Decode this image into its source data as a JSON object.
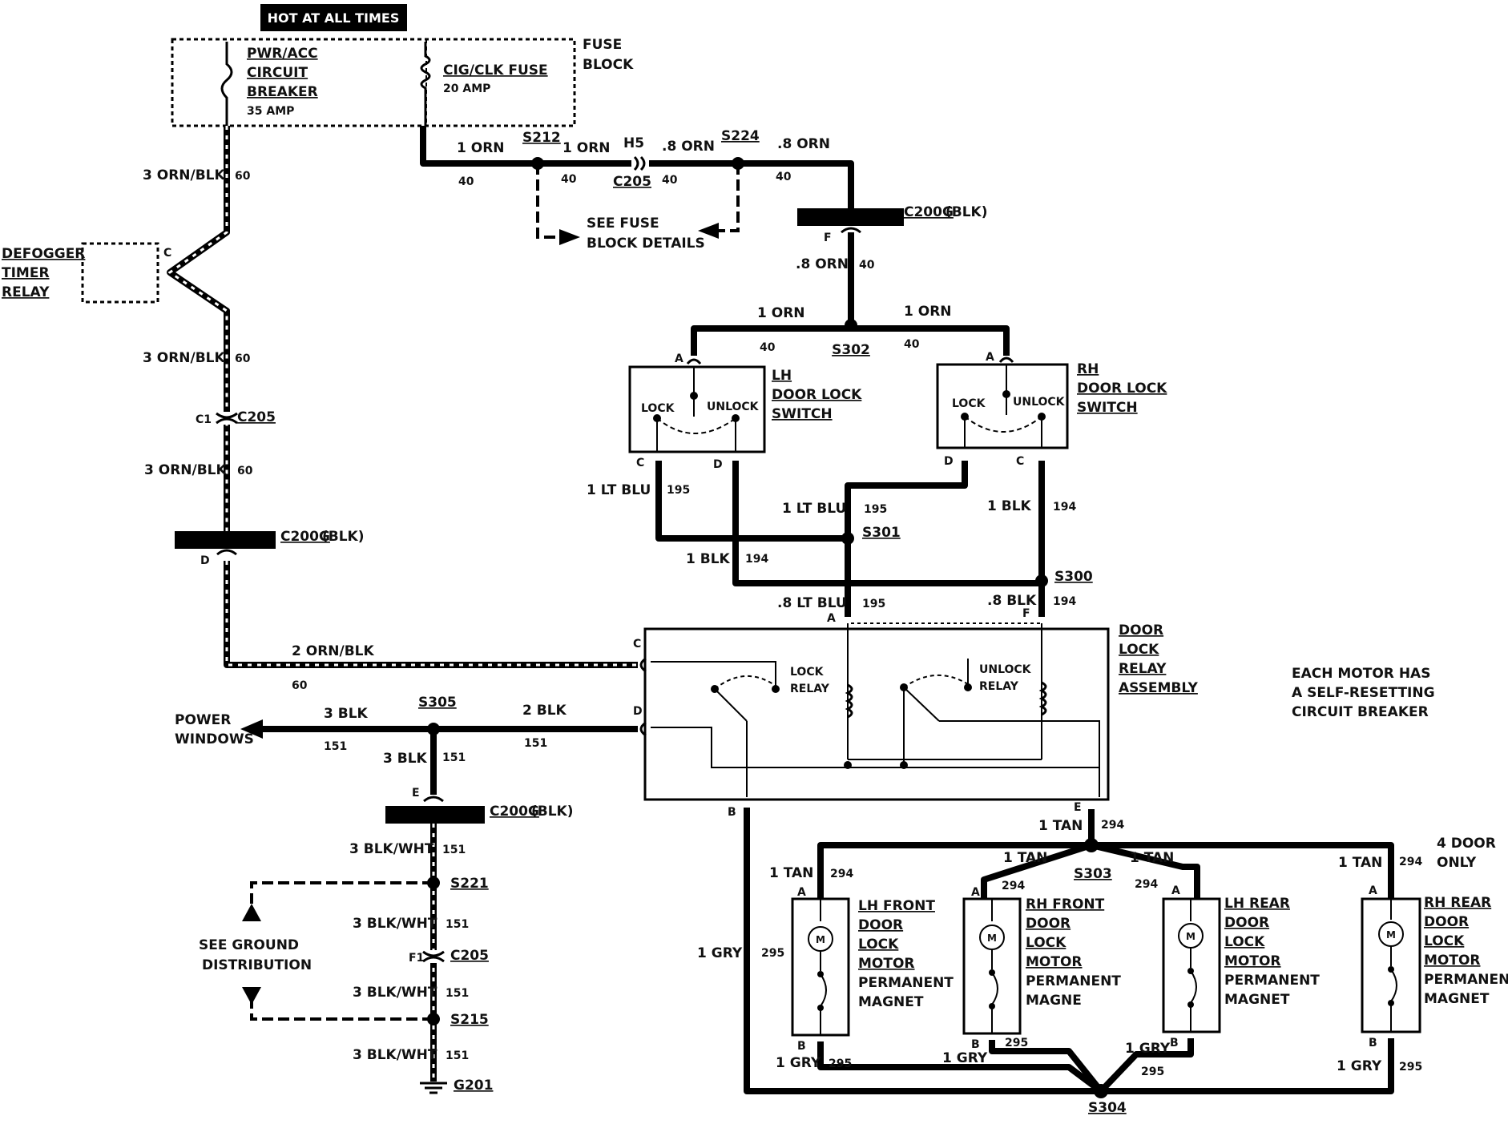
{
  "header": {
    "hot_at_all_times": "HOT AT ALL TIMES"
  },
  "fuse_block": {
    "label_line1": "FUSE",
    "label_line2": "BLOCK",
    "breaker": {
      "line1": "PWR/ACC",
      "line2": "CIRCUIT",
      "line3": "BREAKER",
      "rating": "35 AMP"
    },
    "fuse": {
      "name": "CIG/CLK FUSE",
      "rating": "20 AMP"
    }
  },
  "defogger": {
    "line1": "DEFOGGER",
    "line2": "TIMER",
    "line3": "RELAY",
    "pin": "C"
  },
  "wires": {
    "orn_blk_3": "3 ORN/BLK",
    "orn_blk_2": "2 ORN/BLK",
    "c60": "60",
    "orn_1": "1 ORN",
    "orn_08": ".8 ORN",
    "c40": "40",
    "lt_blu_1": "1 LT BLU",
    "lt_blu_08": ".8 LT BLU",
    "c195": "195",
    "blk_1": "1 BLK",
    "blk_08": ".8 BLK",
    "c194": "194",
    "blk_3": "3 BLK",
    "blk_2": "2 BLK",
    "c151": "151",
    "blk_wht_3": "3 BLK/WHT",
    "tan_1": "1 TAN",
    "c294": "294",
    "gry_1": "1 GRY",
    "c295": "295"
  },
  "splices": {
    "s212": "S212",
    "s224": "S224",
    "s302": "S302",
    "s301": "S301",
    "s300": "S300",
    "s305": "S305",
    "s221": "S221",
    "s215": "S215",
    "s303": "S303",
    "s304": "S304"
  },
  "connectors": {
    "c205": "C205",
    "h5": "H5",
    "c1": "C1",
    "f1": "F1",
    "c200g": "C200G",
    "blk_suffix": "(BLK)",
    "g201": "G201"
  },
  "pins": {
    "a": "A",
    "b": "B",
    "c": "C",
    "d": "D",
    "e": "E",
    "f": "F"
  },
  "see_fuse": {
    "line1": "SEE FUSE",
    "line2": "BLOCK DETAILS"
  },
  "see_ground": {
    "line1": "SEE GROUND",
    "line2": "DISTRIBUTION"
  },
  "power_windows": {
    "line1": "POWER",
    "line2": "WINDOWS"
  },
  "lh_switch": {
    "line1": "LH",
    "line2": "DOOR LOCK",
    "line3": "SWITCH",
    "lock": "LOCK",
    "unlock": "UNLOCK"
  },
  "rh_switch": {
    "line1": "RH",
    "line2": "DOOR LOCK",
    "line3": "SWITCH",
    "lock": "LOCK",
    "unlock": "UNLOCK"
  },
  "relay_assembly": {
    "line1": "DOOR",
    "line2": "LOCK",
    "line3": "RELAY",
    "line4": "ASSEMBLY",
    "lock_relay_1": "LOCK",
    "lock_relay_2": "RELAY",
    "unlock_relay_1": "UNLOCK",
    "unlock_relay_2": "RELAY"
  },
  "note": {
    "line1": "EACH MOTOR HAS",
    "line2": "A SELF-RESETTING",
    "line3": "CIRCUIT BREAKER"
  },
  "four_door": {
    "line1": "4 DOOR",
    "line2": "ONLY"
  },
  "motors": [
    {
      "l1": "LH FRONT",
      "l2": "DOOR",
      "l3": "LOCK",
      "l4": "MOTOR",
      "l5": "PERMANENT",
      "l6": "MAGNET"
    },
    {
      "l1": "RH FRONT",
      "l2": "DOOR",
      "l3": "LOCK",
      "l4": "MOTOR",
      "l5": "PERMANENT",
      "l6": "MAGNE"
    },
    {
      "l1": "LH REAR",
      "l2": "DOOR",
      "l3": "LOCK",
      "l4": "MOTOR",
      "l5": "PERMANENT",
      "l6": "MAGNET"
    },
    {
      "l1": "RH REAR",
      "l2": "DOOR",
      "l3": "LOCK",
      "l4": "MOTOR",
      "l5": "PERMANENT",
      "l6": "MAGNET"
    }
  ],
  "motor_symbol": "M"
}
